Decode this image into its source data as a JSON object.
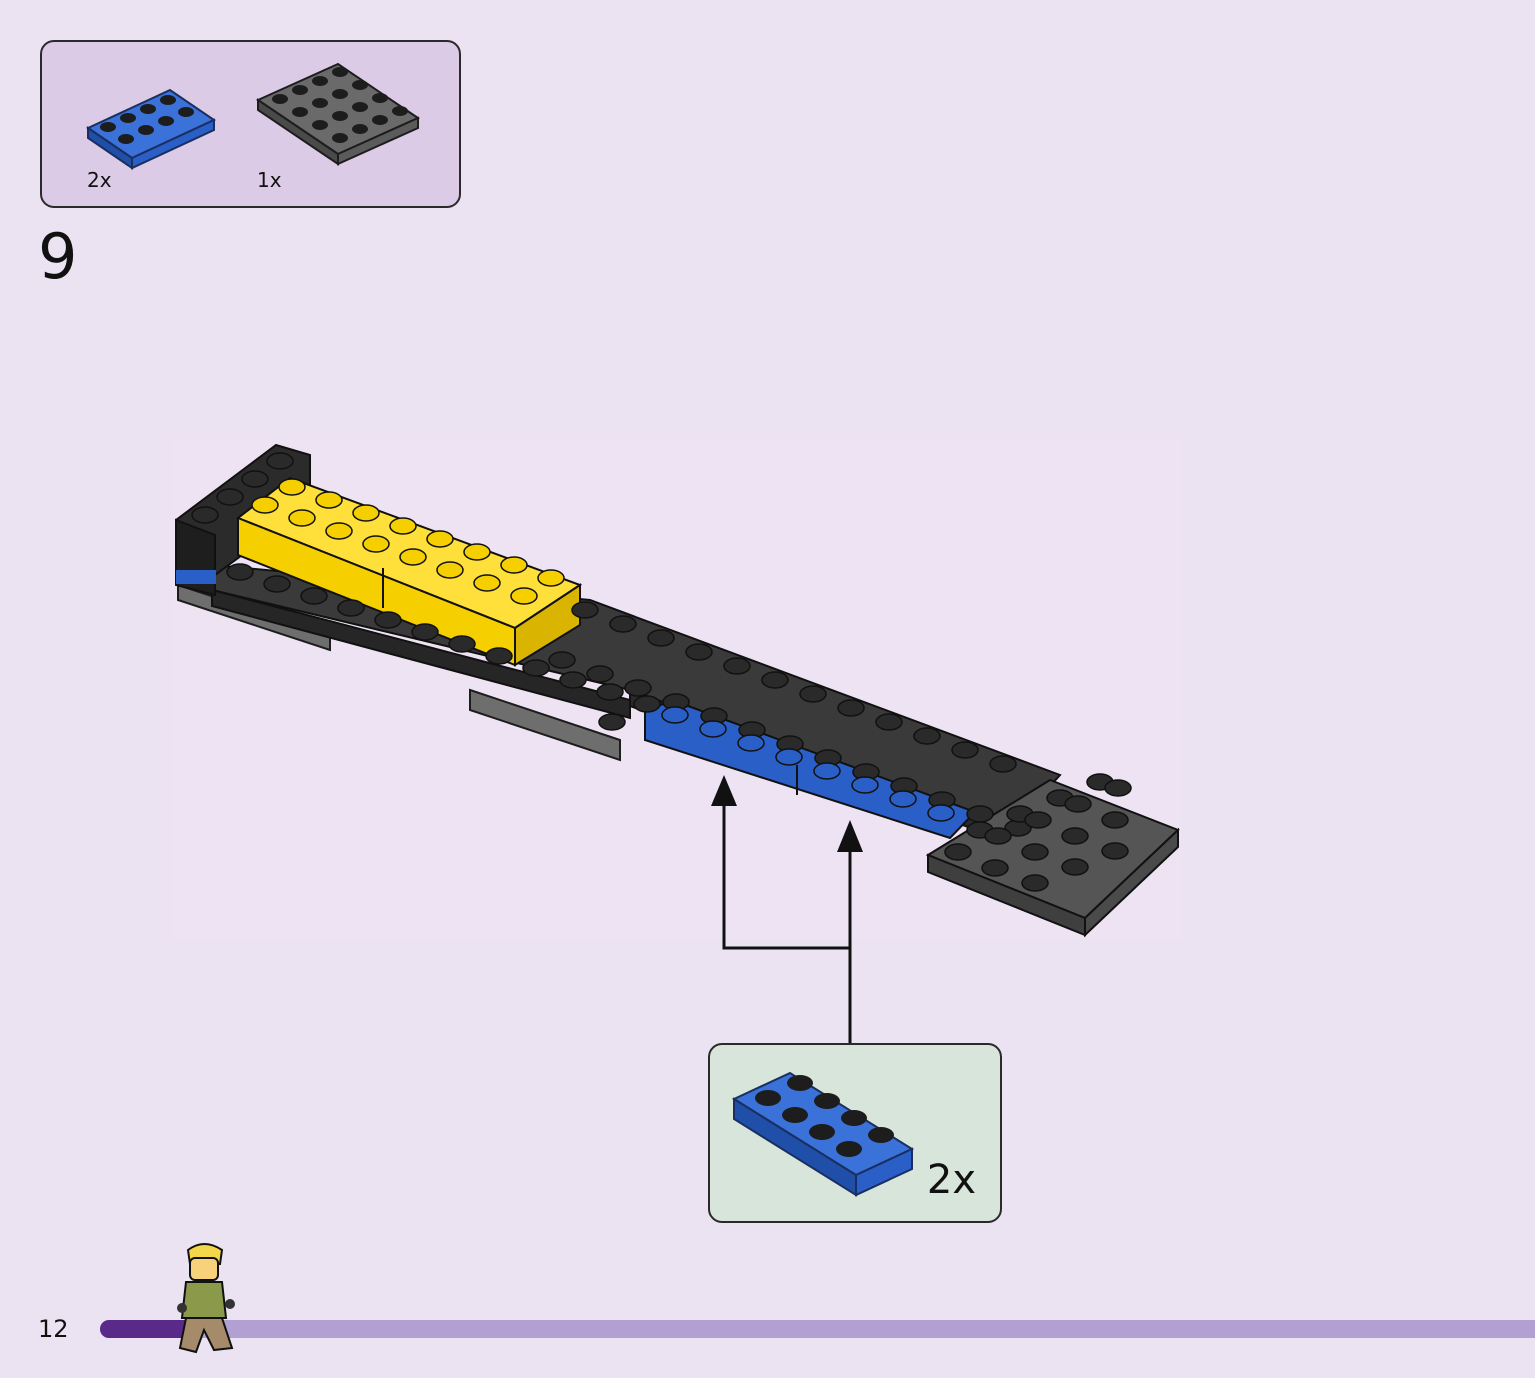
{
  "parts_list": [
    {
      "qty": "2x",
      "color": "#2a5fc7",
      "name": "blue-plate-2x4"
    },
    {
      "qty": "1x",
      "color": "#5b5b5b",
      "name": "dark-gray-plate-4x4"
    }
  ],
  "step": {
    "number": "9"
  },
  "callout": {
    "qty": "2x",
    "color": "#2a5fc7"
  },
  "footer": {
    "page_number": "12",
    "progress": 0.065
  },
  "colors": {
    "background": "#ebe3f1",
    "parts_box": "#dccbe6",
    "callout_box": "#d7e5da",
    "progress_fill": "#5a2a8a",
    "progress_track": "#b3a0d2",
    "black_brick": "#2b2b2b",
    "yellow_brick": "#f5cf00",
    "blue_plate": "#2a5fc7",
    "gray_plate": "#5b5b5b"
  }
}
